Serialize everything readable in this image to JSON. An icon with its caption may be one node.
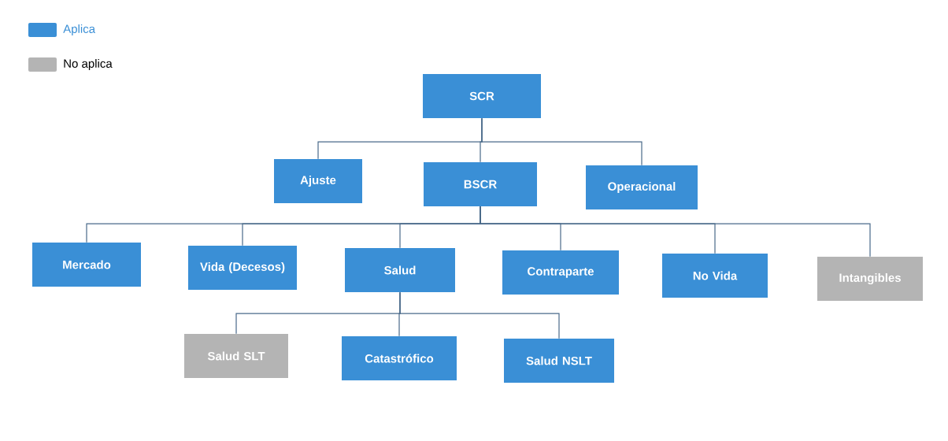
{
  "diagram": {
    "nodes": [
      {
        "text": [
          "SCR"
        ]
      },
      {
        "text": [
          "Ajuste"
        ]
      },
      {
        "text": [
          "BSCR"
        ]
      },
      {
        "text": [
          "Operacional"
        ]
      },
      {
        "text": [
          "Mercado"
        ]
      },
      {
        "text": [
          "Vida (Decesos)"
        ]
      },
      {
        "text": [
          "Salud"
        ]
      },
      {
        "text": [
          "Contraparte"
        ]
      },
      {
        "text": [
          "No Vida"
        ]
      },
      {
        "text": [
          "Intangibles"
        ]
      },
      {
        "text": [
          "Salud SLT"
        ]
      },
      {
        "text": [
          "Catastrófico"
        ]
      },
      {
        "text": [
          "Salud NSLT"
        ]
      }
    ],
    "edges": [
      {
        "from": 0,
        "to": 1,
        "arrow": "none"
      },
      {
        "from": 0,
        "to": 2,
        "arrow": "none"
      },
      {
        "from": 0,
        "to": 3,
        "arrow": "none"
      },
      {
        "from": 2,
        "to": 4,
        "arrow": "none"
      },
      {
        "from": 2,
        "to": 5,
        "arrow": "none"
      },
      {
        "from": 2,
        "to": 6,
        "arrow": "none"
      },
      {
        "from": 2,
        "to": 7,
        "arrow": "none"
      },
      {
        "from": 2,
        "to": 8,
        "arrow": "none"
      },
      {
        "from": 2,
        "to": 9,
        "arrow": "none"
      },
      {
        "from": 6,
        "to": 10,
        "arrow": "none"
      },
      {
        "from": 6,
        "to": 11,
        "arrow": "none"
      },
      {
        "from": 6,
        "to": 12,
        "arrow": "none"
      }
    ],
    "legend": [
      {
        "text": "Aplica",
        "color": "#3a8fd6"
      },
      {
        "text": "No aplica",
        "color": "#b4b4b4"
      }
    ]
  }
}
